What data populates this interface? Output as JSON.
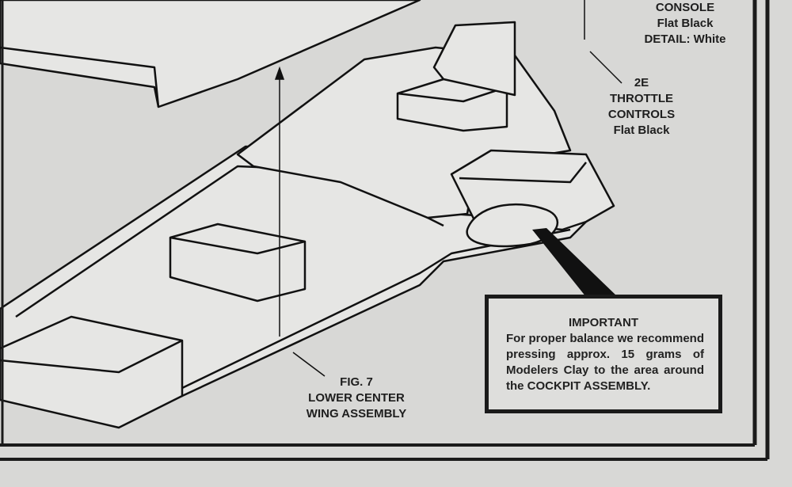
{
  "labels": {
    "console": {
      "name": "CONSOLE",
      "paint": "Flat Black",
      "detail": "DETAIL: White"
    },
    "throttle": {
      "part": "2E",
      "name_line1": "THROTTLE",
      "name_line2": "CONTROLS",
      "paint": "Flat Black"
    },
    "figure": {
      "number": "FIG. 7",
      "title_line1": "LOWER CENTER",
      "title_line2": "WING ASSEMBLY"
    }
  },
  "note": {
    "title": "IMPORTANT",
    "body": "For proper balance we recommend pressing approx. 15 grams of Modelers Clay to the area around the COCKPIT ASSEMBLY."
  }
}
